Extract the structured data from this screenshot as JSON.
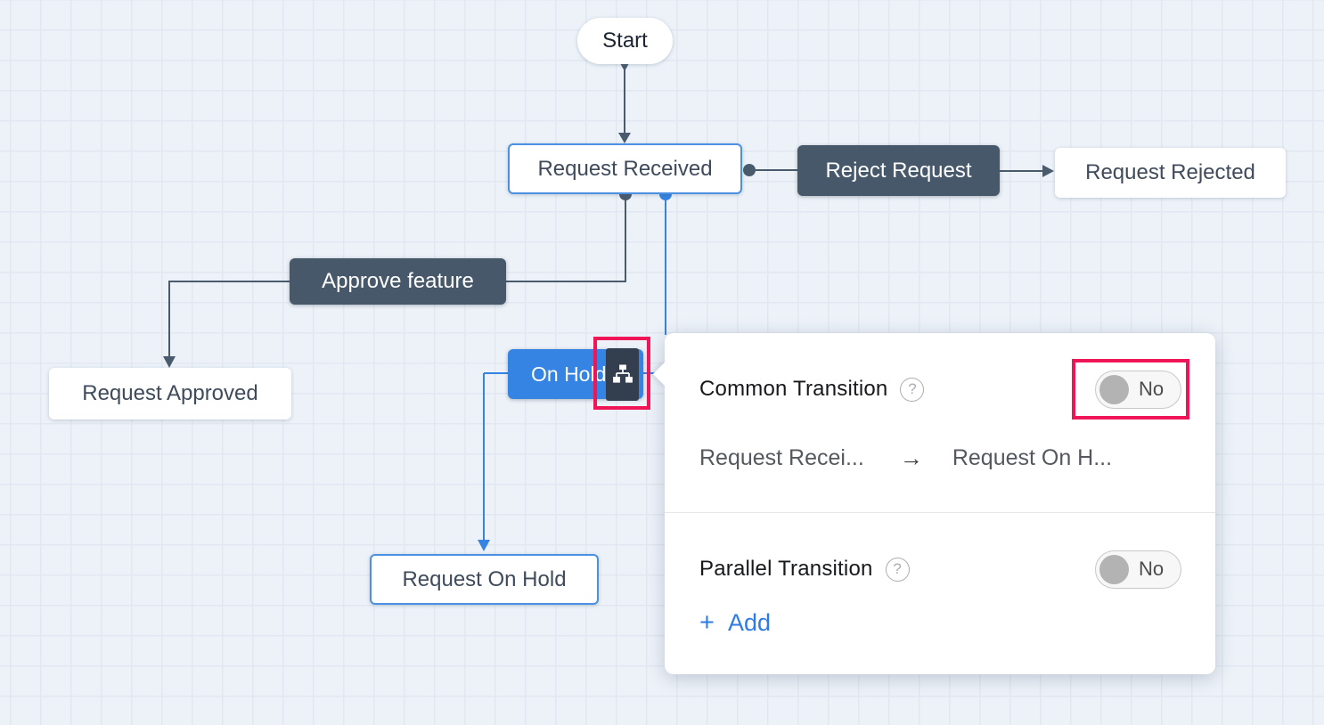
{
  "colors": {
    "canvas_bg": "#edf2f9",
    "grid_line": "#e2e8f1",
    "slate": "#47586b",
    "connector_slate": "#4a5b6e",
    "accent_blue": "#3583e3",
    "icon_bg": "#333e4e",
    "highlight_red": "#ef1556",
    "link_blue": "#2e7be6",
    "node_text": "#3f4b5b"
  },
  "nodes": {
    "start": {
      "label": "Start"
    },
    "request_received": {
      "label": "Request Received"
    },
    "request_rejected": {
      "label": "Request Rejected"
    },
    "request_approved": {
      "label": "Request Approved"
    },
    "request_on_hold": {
      "label": "Request On Hold"
    }
  },
  "transitions": {
    "reject_request": {
      "label": "Reject Request"
    },
    "approve_feature": {
      "label": "Approve feature"
    },
    "on_hold": {
      "label": "On Hold",
      "icon": "sitemap-icon"
    }
  },
  "popup": {
    "help_glyph": "?",
    "common_transition": {
      "label": "Common Transition",
      "toggle_value": "No"
    },
    "mapping": {
      "from": "Request Recei...",
      "arrow": "→",
      "to": "Request On H..."
    },
    "parallel_transition": {
      "label": "Parallel Transition",
      "toggle_value": "No"
    },
    "add": {
      "plus": "+",
      "label": "Add"
    }
  }
}
